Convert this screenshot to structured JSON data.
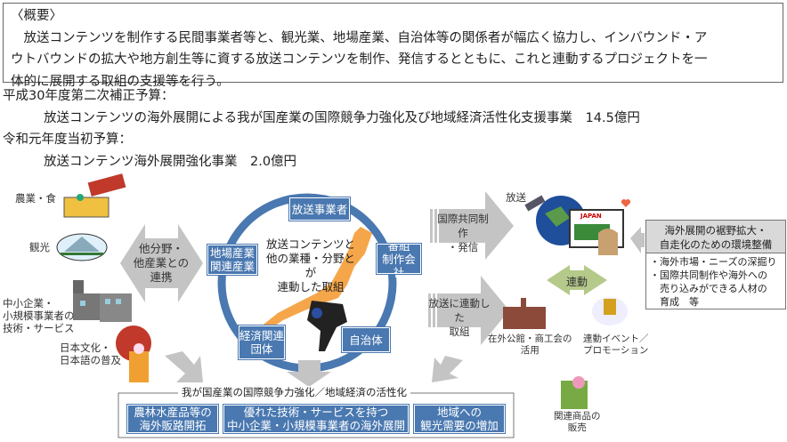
{
  "overview": {
    "heading": "〈概要〉",
    "lines": [
      "　放送コンテンツを制作する民間事業者等と、観光業、地場産業、自治体等の関係者が幅広く協力し、インバウンド・ア",
      "ウトバウンドの拡大や地方創生等に資する放送コンテンツを制作、発信するとともに、これと連動するプロジェクトを一",
      "体的に展開する取組の支援等を行う。"
    ]
  },
  "budget": [
    {
      "label": "平成30年度第二次補正予算：",
      "item": "放送コンテンツの海外展開による我が国産業の国際競争力強化及び地域経済活性化支援事業　14.5億円"
    },
    {
      "label": "令和元年度当初予算：",
      "item": "放送コンテンツ海外展開強化事業　2.0億円"
    }
  ],
  "left_labels": {
    "agri": "農業・食",
    "tourism": "観光",
    "sme": [
      "中小企業・",
      "小規模事業者の",
      "技術・サービス"
    ],
    "culture": [
      "日本文化・",
      "日本語の普及"
    ]
  },
  "collab_arrow": [
    "他分野・",
    "他産業との",
    "連携"
  ],
  "cycle": {
    "center": [
      "放送コンテンツと",
      "他の業種・分野とが",
      "連動した取組"
    ],
    "broadcaster": "放送事業者",
    "producer": [
      "番組",
      "制作会社"
    ],
    "local_gov": "自治体",
    "econ": [
      "経済関連",
      "団体"
    ],
    "local_ind": [
      "地場産業",
      "関連産業"
    ]
  },
  "right_arrows": {
    "intl": [
      "国際共同制作",
      "・発信"
    ],
    "linked": [
      "放送に連動した",
      "取組"
    ]
  },
  "broadcast_label": "放送",
  "japan_screen": "JAPAN",
  "rendo": "連動",
  "captions": {
    "embassy": [
      "在外公館・商工会の",
      "活用"
    ],
    "event": [
      "連動イベント／",
      "プロモーション"
    ],
    "products": [
      "関連商品の",
      "販売"
    ]
  },
  "env_box": {
    "title": [
      "海外展開の裾野拡大・",
      "自走化のための環境整備"
    ],
    "items": [
      "・海外市場・ニーズの深掘り",
      "・国際共同制作や海外への",
      "　売り込みができる人材の",
      "　育成　等"
    ]
  },
  "outcome": {
    "title": "我が国産業の国際競争力強化／地域経済の活性化",
    "boxes": [
      [
        "農林水産品等の",
        "海外販路開拓"
      ],
      [
        "優れた技術・サービスを持つ",
        "中小企業・小規模事業者の海外展開"
      ],
      [
        "地域への",
        "観光需要の増加"
      ]
    ]
  },
  "colors": {
    "blue": "#4a78b0",
    "gray_arrow": "#bdbdbd",
    "green": "#b5c98a",
    "orange": "#f5a64a"
  }
}
